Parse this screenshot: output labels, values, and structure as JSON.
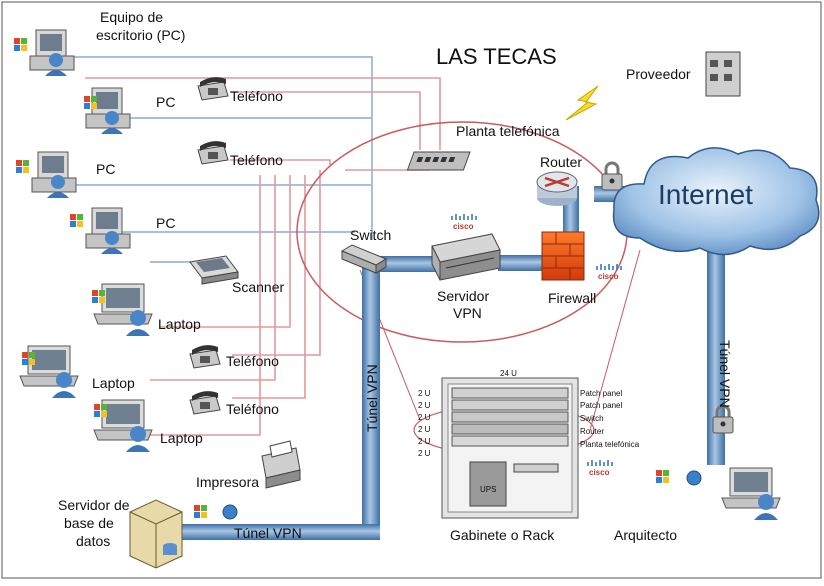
{
  "diagram": {
    "title": "LAS TECAS",
    "devices": {
      "pc_main": "Equipo de escritorio (PC)",
      "pc2": "PC",
      "pc3": "PC",
      "pc4": "PC",
      "phone1": "Teléfono",
      "phone2": "Teléfono",
      "phone3": "Teléfono",
      "phone4": "Teléfono",
      "scanner": "Scanner",
      "laptop1": "Laptop",
      "laptop2": "Laptop",
      "laptop3": "Laptop",
      "printer": "Impresora",
      "db_server": "Servidor de base de datos",
      "switch": "Switch",
      "vpn_server": "Servidor VPN",
      "firewall": "Firewall",
      "router": "Router",
      "pbx": "Planta telefónica",
      "provider": "Proveedor",
      "internet": "Internet",
      "architect": "Arquitecto",
      "rack": "Gabinete o Rack"
    },
    "tunnels": {
      "vertical_left": "Túnel VPN",
      "bottom": "Túnel VPN",
      "vertical_right": "Túnel VPN"
    },
    "brand": "cisco",
    "rack": {
      "size": "24 U",
      "ups": "UPS",
      "slots": [
        {
          "u": "2 U",
          "name": "Patch panel"
        },
        {
          "u": "2 U",
          "name": "Patch panel"
        },
        {
          "u": "2 U",
          "name": "Switch"
        },
        {
          "u": "2 U",
          "name": "Router"
        },
        {
          "u": "2 U",
          "name": "Planta telefónica"
        },
        {
          "u": "2 U",
          "name": ""
        }
      ]
    }
  }
}
